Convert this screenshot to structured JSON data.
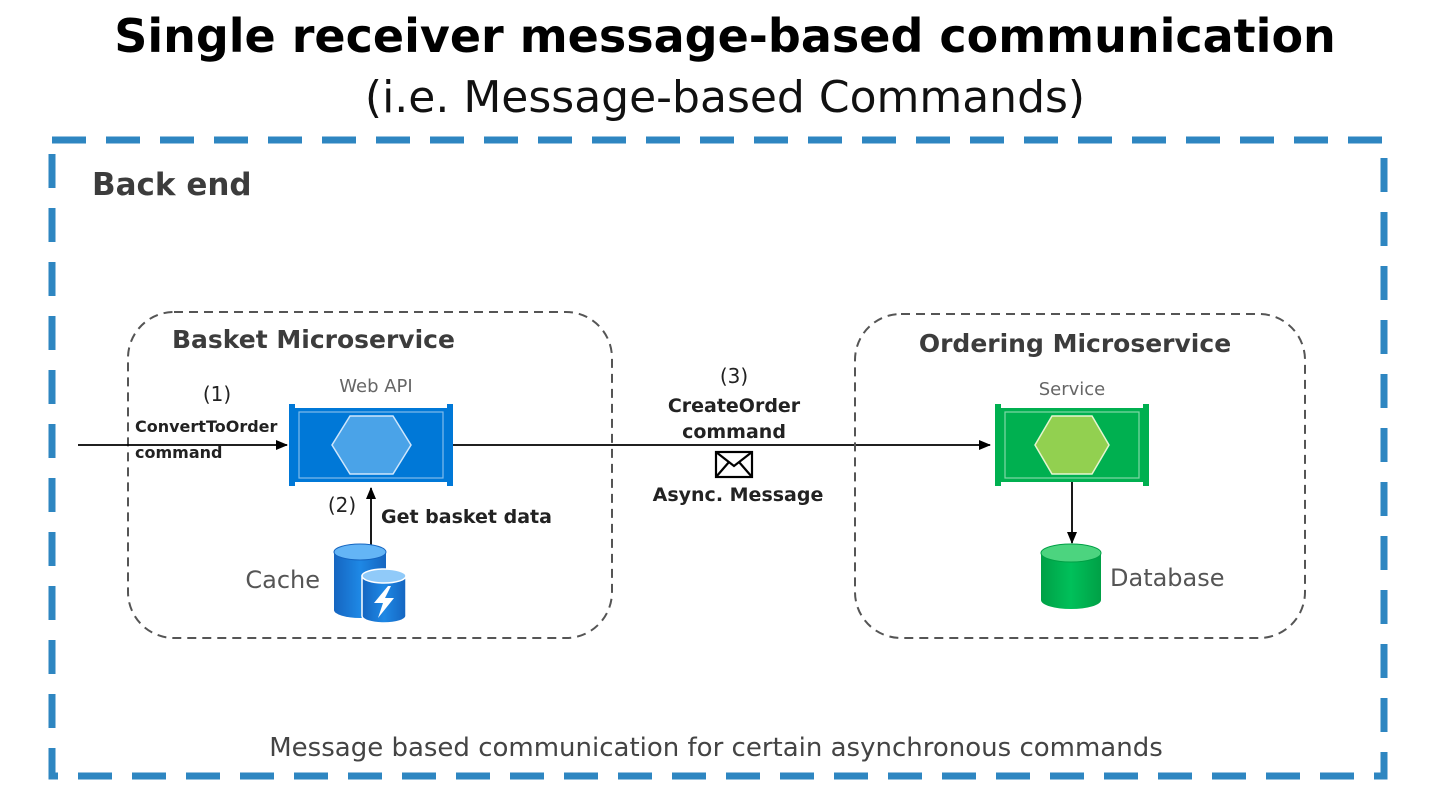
{
  "title": "Single receiver message-based communication",
  "subtitle": "(i.e. Message-based Commands)",
  "backend": {
    "label": "Back end",
    "footer": "Message based communication for certain asynchronous commands"
  },
  "basket": {
    "title": "Basket Microservice",
    "component_label": "Web API",
    "cache_label": "Cache",
    "step1": "(1)",
    "convert_line1": "ConvertToOrder",
    "convert_line2": "command",
    "step2": "(2)",
    "get_basket": "Get basket data"
  },
  "message": {
    "step3": "(3)",
    "line1": "CreateOrder",
    "line2": "command",
    "async": "Async. Message"
  },
  "ordering": {
    "title": "Ordering Microservice",
    "component_label": "Service",
    "db_label": "Database"
  },
  "colors": {
    "backend_border": "#2e86c1",
    "webapi_blue": "#0078d7",
    "webapi_hex": "#4aa3e8",
    "service_green": "#00b050",
    "service_hex": "#92d050",
    "database_green": "#00b050"
  }
}
